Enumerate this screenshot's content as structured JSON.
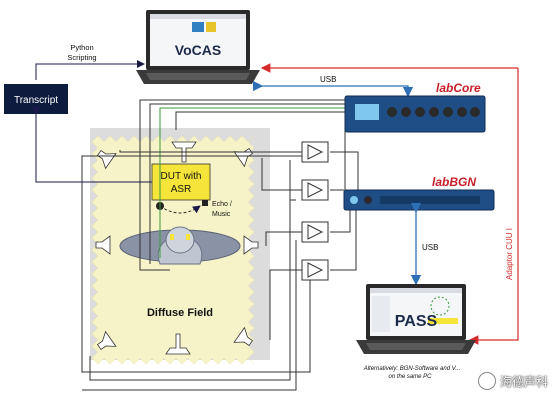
{
  "vocas_label": "VoCAS",
  "python_scripting": [
    "Python",
    "Scripting"
  ],
  "transcript_label": "Transcript",
  "usb_top": "USB",
  "usb_right": "USB",
  "labcore_label": "labCore",
  "labbgn_label": "labBGN",
  "adaptor_label": "Adaptor CUU I",
  "dut_label": [
    "DUT with",
    "ASR"
  ],
  "echo_label": [
    "Echo /",
    "Music"
  ],
  "diffuse_label": "Diffuse Field",
  "pass_label": "PASS",
  "caption": [
    "Alternatively: BGN-Software and V...",
    "on the same PC"
  ],
  "watermark": "海德声科",
  "colors": {
    "navy": "#0d1b3e",
    "usb_blue": "#2e6fb5",
    "adaptor_red": "#d42a2a",
    "dut_yellow": "#f5e53a",
    "room_fill": "#f6f3c8",
    "room_border": "#d8d8d8",
    "brand_red": "#c8202a"
  }
}
